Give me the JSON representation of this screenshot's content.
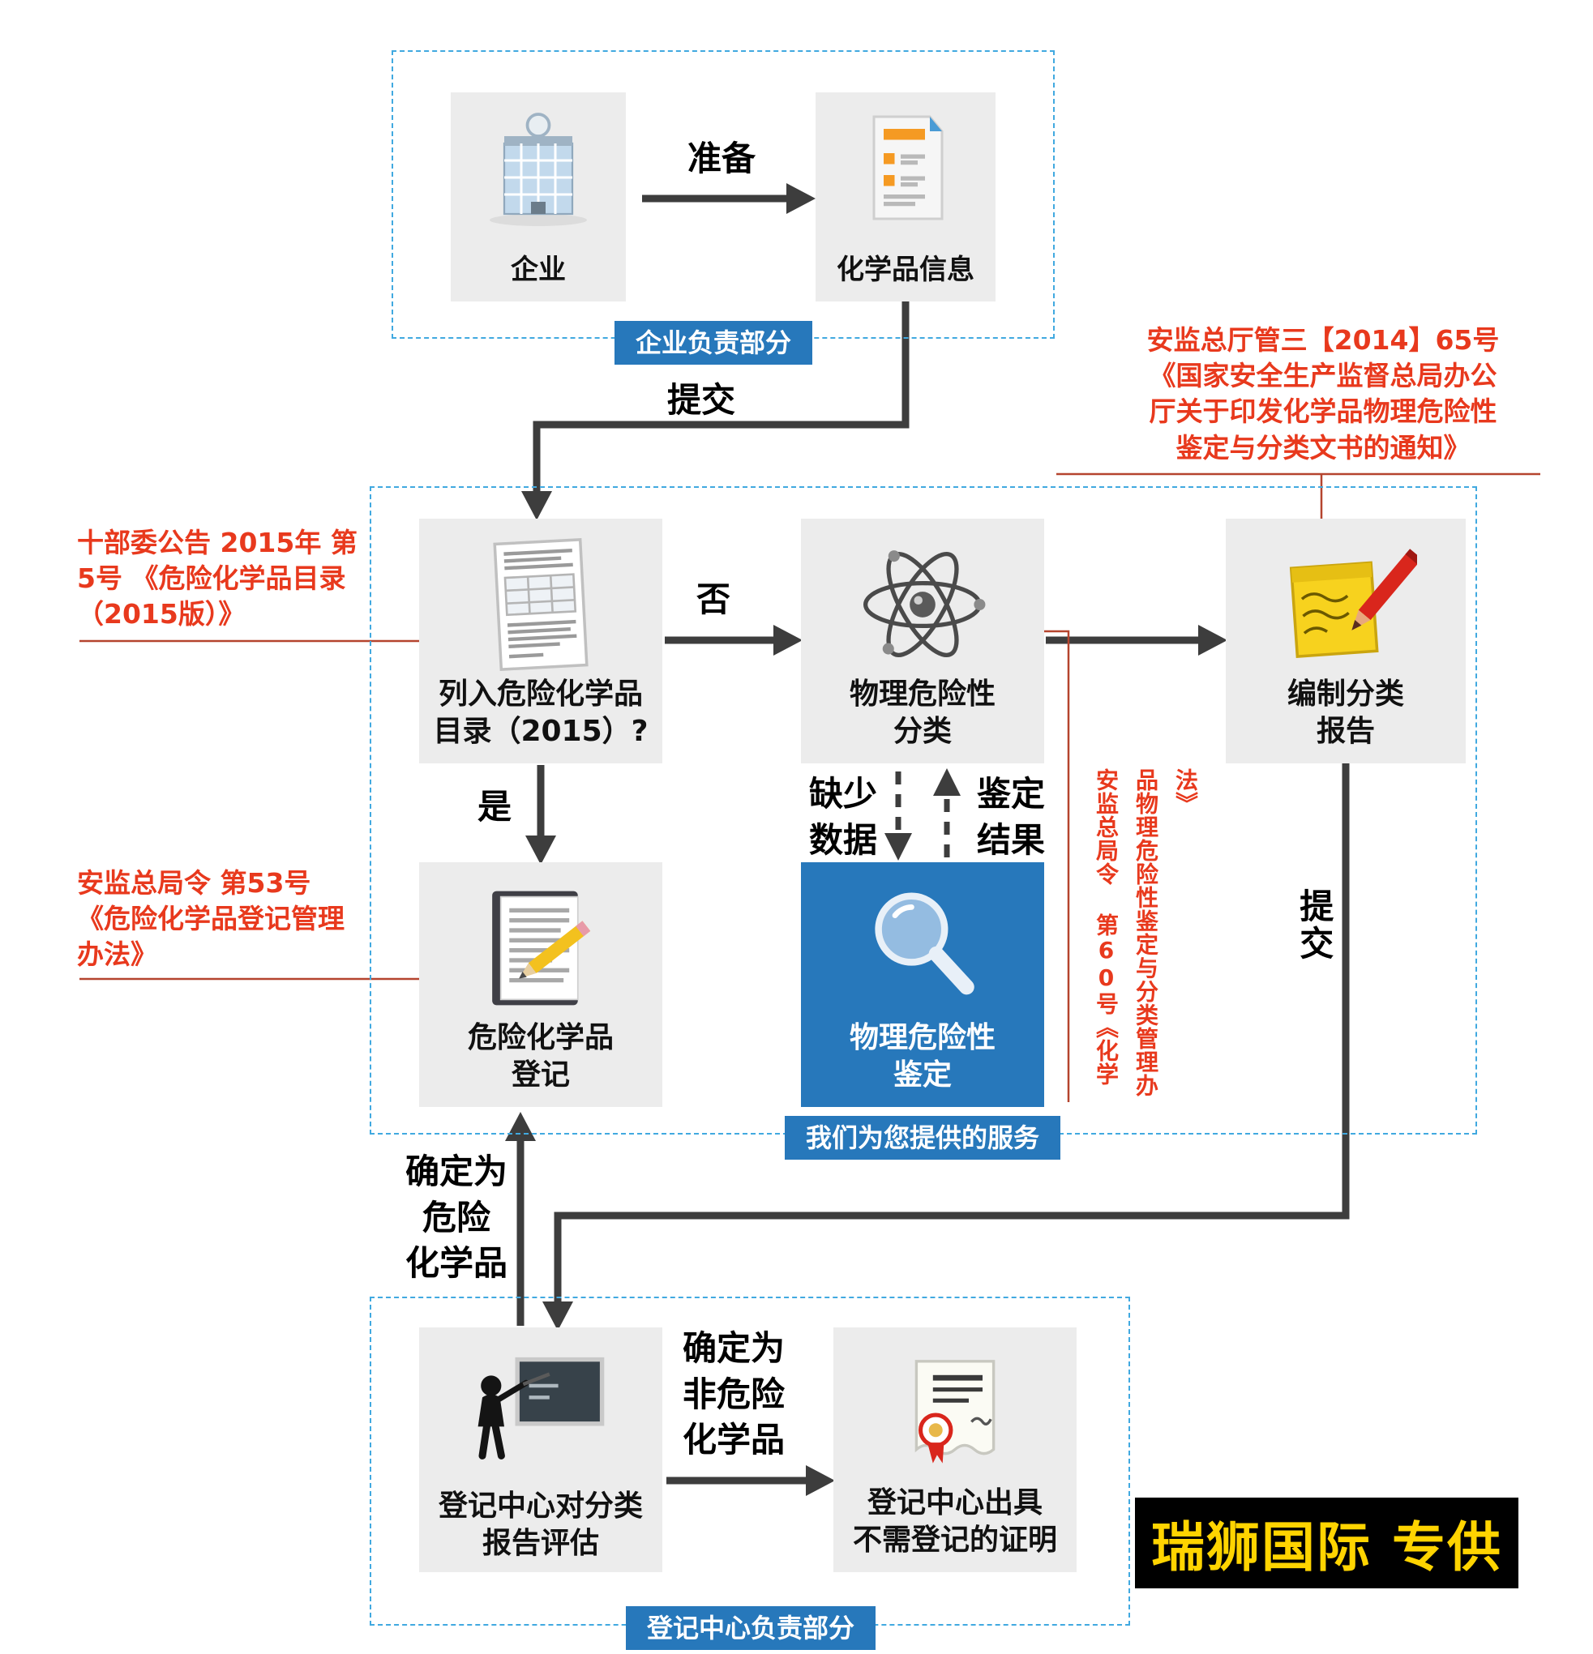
{
  "watermark": "瑞狮国际 专供",
  "colors": {
    "accent_blue": "#2778bb",
    "dashed_border": "#41a9e0",
    "node_gray": "#ececec",
    "annotation_red": "#e8391d",
    "arrow_dark": "#3d3d3d",
    "watermark_yellow": "#ffd400"
  },
  "enterprise_section": {
    "tag": "企业负责部分",
    "company_label": "企业",
    "chem_info_label": "化学品信息",
    "prepare_label": "准备"
  },
  "flow_labels": {
    "submit_top": "提交",
    "no": "否",
    "yes": "是",
    "submit_right": "提交",
    "missing_data": [
      "缺少",
      "数据"
    ],
    "test_result": [
      "鉴定",
      "结果"
    ],
    "confirmed_hazardous": [
      "确定为",
      "危险",
      "化学品"
    ],
    "confirmed_non_hazardous": [
      "确定为",
      "非危险",
      "化学品"
    ]
  },
  "service_section": {
    "tag": "我们为您提供的服务",
    "catalog_check": [
      "列入危险化学品",
      "目录（2015）?"
    ],
    "physical_hazard_classification": [
      "物理危险性",
      "分类"
    ],
    "compile_report": [
      "编制分类",
      "报告"
    ],
    "hazchem_registration": [
      "危险化学品",
      "登记"
    ],
    "physical_hazard_identification": [
      "物理危险性",
      "鉴定"
    ]
  },
  "registration_section": {
    "tag": "登记中心负责部分",
    "evaluate": [
      "登记中心对分类",
      "报告评估"
    ],
    "certificate": [
      "登记中心出具",
      "不需登记的证明"
    ]
  },
  "annotations": {
    "catalog_ref": [
      "十部委公告 2015年 第",
      "5号 《危险化学品目录",
      "（2015版）》"
    ],
    "notice_ref": [
      "安监总厅管三【2014】65号",
      "《国家安全生产监督总局办公",
      "厅关于印发化学品物理危险性",
      "鉴定与分类文书的通知》"
    ],
    "registration_ref": [
      "安监总局令 第53号",
      "《危险化学品登记管理",
      "办法》"
    ],
    "identification_ref": "安监总局令 第60号《化学品物理危险性鉴定与分类管理办法》"
  }
}
